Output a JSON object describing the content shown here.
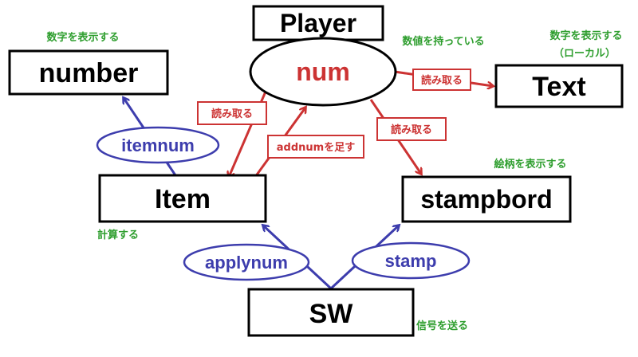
{
  "colors": {
    "black": "#000000",
    "red": "#cc3333",
    "blue": "#3d3dad",
    "green": "#2e9e2e"
  },
  "boxes": {
    "player": "Player",
    "number": "number",
    "text": "Text",
    "item": "Item",
    "stampbord": "stampbord",
    "sw": "SW"
  },
  "ovals": {
    "num": "num",
    "itemnum": "itemnum",
    "applynum": "applynum",
    "stamp": "stamp"
  },
  "red_labels": {
    "read_item": "読み取る",
    "addnum": "addnumを足す",
    "read_stampbord": "読み取る",
    "read_text": "読み取る"
  },
  "notes": {
    "number_desc": "数字を表示する",
    "player_desc": "数値を持っている",
    "text_desc": "数字を表示する",
    "text_local": "（ローカル）",
    "stampbord_desc": "絵柄を表示する",
    "item_desc": "計算する",
    "sw_desc": "信号を送る"
  }
}
